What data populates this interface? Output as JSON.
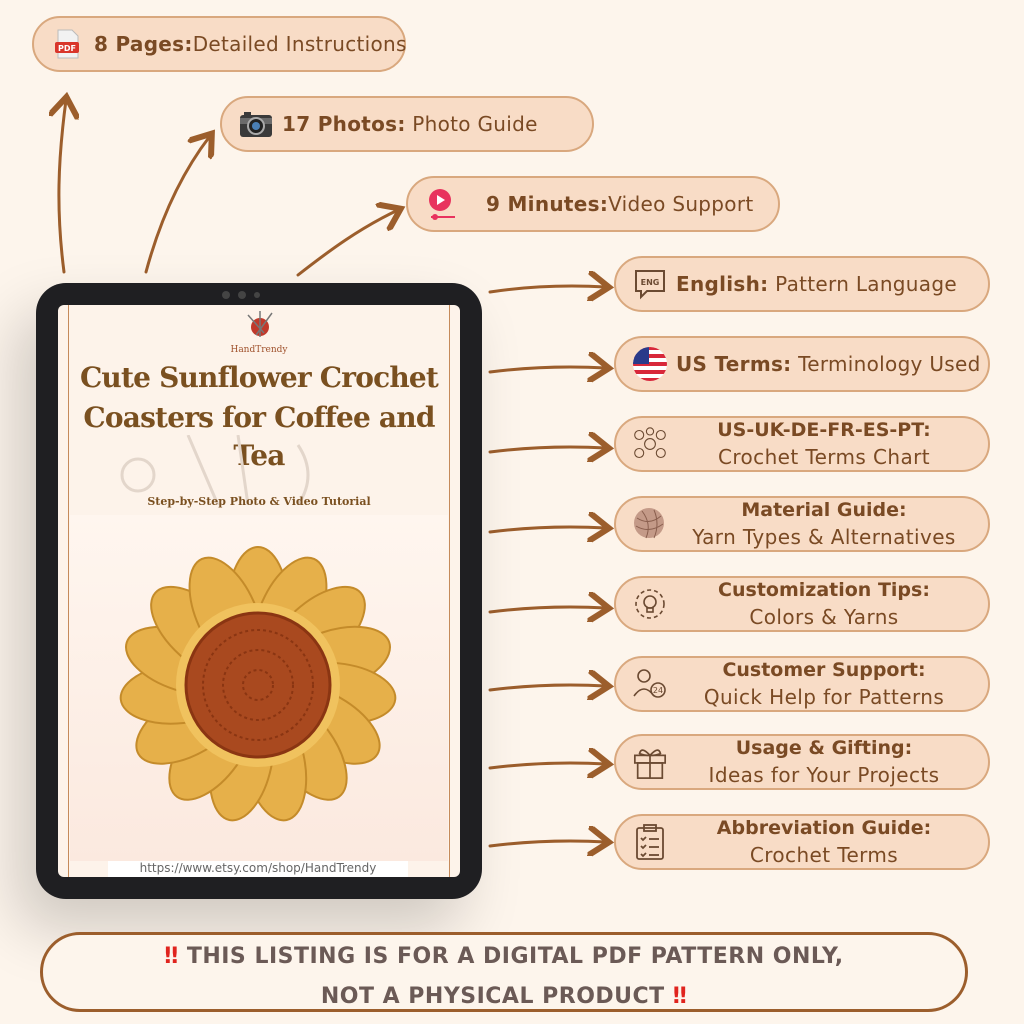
{
  "features": [
    {
      "icon": "pdf-icon",
      "bold": "8 Pages:",
      "text": "Detailed Instructions"
    },
    {
      "icon": "camera-icon",
      "bold": "17 Photos:",
      "text": " Photo Guide"
    },
    {
      "icon": "video-play-icon",
      "bold": "9 Minutes:",
      "text": "Video Support"
    },
    {
      "icon": "eng-speech-icon",
      "bold": "English:",
      "text": " Pattern Language"
    },
    {
      "icon": "us-flag-icon",
      "bold": "US Terms:",
      "text": " Terminology Used"
    },
    {
      "icon": "languages-icon",
      "line1": "US-UK-DE-FR-ES-PT:",
      "line2": "Crochet Terms Chart"
    },
    {
      "icon": "yarn-ball-icon",
      "line1": "Material Guide:",
      "line2": "Yarn Types & Alternatives"
    },
    {
      "icon": "lightbulb-gear-icon",
      "line1": "Customization Tips:",
      "line2": "Colors & Yarns"
    },
    {
      "icon": "support-24-icon",
      "line1": "Customer Support:",
      "line2": "Quick Help for Patterns"
    },
    {
      "icon": "gift-icon",
      "line1": "Usage & Gifting:",
      "line2": "Ideas for Your Projects"
    },
    {
      "icon": "clipboard-list-icon",
      "line1": "Abbreviation Guide:",
      "line2": "Crochet Terms"
    }
  ],
  "cover": {
    "brand": "HandTrendy",
    "title_line1": "Cute Sunflower Crochet",
    "title_line2": "Coasters for Coffee and Tea",
    "subtitle": "Step-by-Step Photo & Video Tutorial",
    "url": "https://www.etsy.com/shop/HandTrendy"
  },
  "notice": {
    "mark": "‼",
    "line1": " THIS LISTING IS FOR A DIGITAL PDF PATTERN ONLY,",
    "line2": "NOT A PHYSICAL PRODUCT "
  },
  "colors": {
    "background": "#fdf5ec",
    "pill": "#f8dcc6",
    "pill_border": "#d9a87e",
    "arrow": "#9c5e2c",
    "text": "#7a4a24"
  }
}
